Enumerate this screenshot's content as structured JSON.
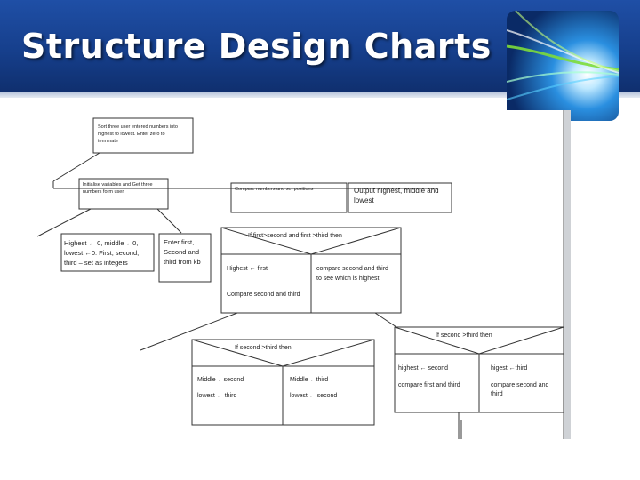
{
  "slide": {
    "title": "Structure Design Charts"
  },
  "diagram": {
    "top_box": {
      "line1": "Sort three user entered numbers into",
      "line2": "highest to lowest. Enter zero to",
      "line3": "terminate"
    },
    "init_box": {
      "line1": "Initialise variables and Get three",
      "line2": "numbers form user"
    },
    "compare_box": "Compare numbers and set positions",
    "output_box": {
      "line1": "Output highest, middle and",
      "line2": "lowest"
    },
    "highest_box": {
      "line1": "Highest ← 0, middle ←0,",
      "line2": "lowest ←0. First, second,",
      "line3": "third – set as integers"
    },
    "enter_box": {
      "line1": "Enter first,",
      "line2": "Second and",
      "line3": "third from kb"
    },
    "decision1": {
      "condition": "If first>second and first >third then",
      "left_line1": "Highest ← first",
      "left_line2": "Compare second and third",
      "right_line1": "compare second and third",
      "right_line2": "to see which is highest"
    },
    "decision2": {
      "condition": "If second >third then",
      "left_line1": "Middle ←second",
      "left_line2": "lowest ← third",
      "right_line1": "Middle ←third",
      "right_line2": "lowest ← second"
    },
    "decision3": {
      "condition": "If second >third then",
      "left_line1": "highest ← second",
      "left_line2": "compare first and third",
      "right_line1": "higest ←third",
      "right_line2": "compare second and",
      "right_line3": "third"
    }
  }
}
